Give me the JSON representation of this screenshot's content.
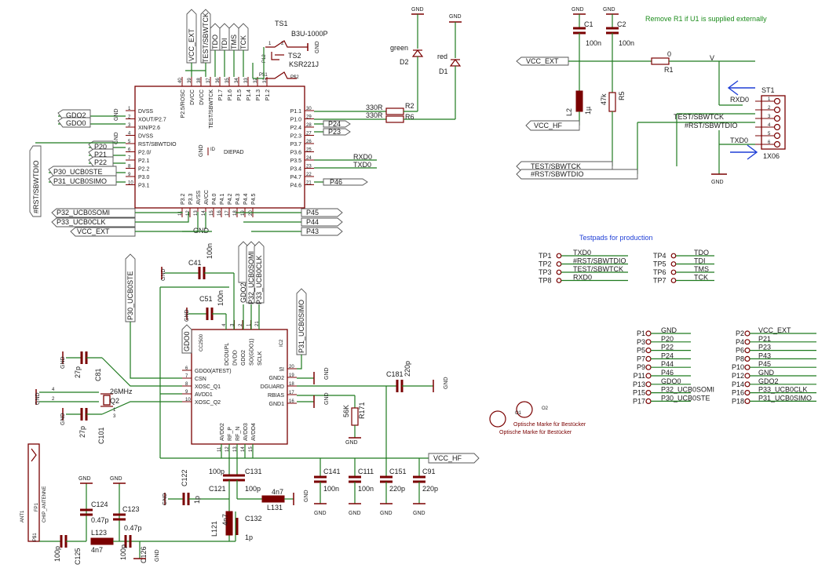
{
  "notes": {
    "remove_r1": "Remove R1 if U1 is supplied externally",
    "testpads": "Testpads for production",
    "marke1": "Optische Marke für Bestücker",
    "marke2": "Optische Marke für Bestücker"
  },
  "colors": {
    "wire": "#1f7a1f",
    "component": "#7a0000",
    "note_green": "#1c8c1c",
    "note_blue": "#1f3fd6"
  },
  "mcu": {
    "left_pins": [
      {
        "name": "DVSS",
        "num": "1"
      },
      {
        "name": "XOUT/P2.7",
        "num": "2"
      },
      {
        "name": "XIN/P2.6",
        "num": "3"
      },
      {
        "name": "DVSS",
        "num": "4"
      },
      {
        "name": "RST/SBWTDIO",
        "num": "5"
      },
      {
        "name": "P2.0/",
        "num": "6"
      },
      {
        "name": "P2.1",
        "num": "7"
      },
      {
        "name": "P2.2",
        "num": "8"
      },
      {
        "name": "P3.0",
        "num": "9"
      },
      {
        "name": "P3.1",
        "num": "10"
      }
    ],
    "right_pins": [
      {
        "name": "P1.1",
        "num": "30"
      },
      {
        "name": "P1.0",
        "num": "29"
      },
      {
        "name": "P2.4",
        "num": "28"
      },
      {
        "name": "P2.3",
        "num": "27"
      },
      {
        "name": "P3.7",
        "num": "26"
      },
      {
        "name": "P3.6",
        "num": "25"
      },
      {
        "name": "P3.5",
        "num": "24"
      },
      {
        "name": "P3.4",
        "num": "23"
      },
      {
        "name": "P4.7",
        "num": "22"
      },
      {
        "name": "P4.6",
        "num": "21"
      }
    ],
    "top_pins": [
      {
        "name": "P2.5/ROSC",
        "num": "40"
      },
      {
        "name": "DVCC",
        "num": "39"
      },
      {
        "name": "DVCC",
        "num": "38"
      },
      {
        "name": "TEST/SBWTCK",
        "num": "37"
      },
      {
        "name": "P1.7",
        "num": "36"
      },
      {
        "name": "P1.6",
        "num": "35"
      },
      {
        "name": "P1.5",
        "num": "34"
      },
      {
        "name": "P1.4",
        "num": "33"
      },
      {
        "name": "P1.3",
        "num": "32"
      },
      {
        "name": "P1.2",
        "num": "31"
      }
    ],
    "bottom_pins": [
      {
        "name": "P3.2",
        "num": "11"
      },
      {
        "name": "P3.3",
        "num": "12"
      },
      {
        "name": "AVSS",
        "num": "13"
      },
      {
        "name": "AVCC",
        "num": "14"
      },
      {
        "name": "P4.0",
        "num": "15"
      },
      {
        "name": "P4.1",
        "num": "16"
      },
      {
        "name": "P4.2",
        "num": "17"
      },
      {
        "name": "P4.3",
        "num": "18"
      },
      {
        "name": "P4.4",
        "num": "19"
      },
      {
        "name": "P4.5",
        "num": "20"
      }
    ],
    "diepad": "DIEPAD",
    "gnd_dielabel": "GND",
    "id_label": "ID"
  },
  "mcu_left_nets": [
    "GDO2",
    "GDO0",
    "P20",
    "P21",
    "P22",
    "P30_UCB0STE",
    "P31_UCB0SIMO"
  ],
  "mcu_bottom_nets": [
    "P32_UCB0SOMI",
    "P33_UCB0CLK",
    "VCC_EXT",
    "GND"
  ],
  "mcu_right_nets": [
    "P24",
    "P23",
    "RXD0",
    "TXD0",
    "P46",
    "P45",
    "P44",
    "P43"
  ],
  "mcu_top_nets": [
    "VCC_EXT",
    "TEST/SBWTCK",
    "TDO",
    "TDI",
    "TMS",
    "TCK"
  ],
  "rst_vertical": "#RST/SBWTDIO",
  "buttons": {
    "ts1": "TS1",
    "ts1_part": "B3U-1000P",
    "ts2": "TS2",
    "ts2_part": "KSR221J",
    "p12": "P12",
    "p1": "P$1",
    "p2": "P$2",
    "n1": "1",
    "n2": "2"
  },
  "leds": {
    "d2": "D2",
    "d2_color": "green",
    "d1": "D1",
    "d1_color": "red",
    "gnd1": "GND",
    "gnd2": "GND",
    "r2": "R2",
    "r2v": "330R",
    "r6": "R6",
    "r6v": "330R"
  },
  "power": {
    "gnd_c1": "GND",
    "gnd_c2": "GND",
    "c1": "C1",
    "c1v": "100n",
    "c2": "C2",
    "c2v": "100n",
    "vcc_ext": "VCC_EXT",
    "r1v": "0",
    "r1": "R1",
    "v": "V",
    "l2": "L2",
    "l2v": "1µ",
    "r5": "R5",
    "r5v": "47k",
    "vcc_hf": "VCC_HF"
  },
  "st1": {
    "name": "ST1",
    "part": "1X06",
    "pins": [
      "1",
      "2",
      "3",
      "4",
      "5",
      "6"
    ],
    "nets": [
      "RXD0",
      "TEST/SBWTCK",
      "#RST/SBWTDIO",
      "TXD0"
    ],
    "gnd": "GND",
    "flags": [
      "TEST/SBWTCK",
      "#RST/SBWTDIO"
    ]
  },
  "testpads_left": [
    {
      "tp": "TP1",
      "net": "TXD0"
    },
    {
      "tp": "TP2",
      "net": "#RST/SBWTDIO"
    },
    {
      "tp": "TP3",
      "net": "TEST/SBWTCK"
    },
    {
      "tp": "TP8",
      "net": "RXD0"
    }
  ],
  "testpads_right": [
    {
      "tp": "TP4",
      "net": "TDO"
    },
    {
      "tp": "TP5",
      "net": "TDI"
    },
    {
      "tp": "TP6",
      "net": "TMS"
    },
    {
      "tp": "TP7",
      "net": "TCK"
    }
  ],
  "connectors_left": [
    {
      "p": "P1",
      "net": "GND"
    },
    {
      "p": "P3",
      "net": "P20"
    },
    {
      "p": "P5",
      "net": "P22"
    },
    {
      "p": "P7",
      "net": "P24"
    },
    {
      "p": "P9",
      "net": "P44"
    },
    {
      "p": "P11",
      "net": "P46"
    },
    {
      "p": "P13",
      "net": "GDO0"
    },
    {
      "p": "P15",
      "net": "P32_UCB0SOMI"
    },
    {
      "p": "P17",
      "net": "P30_UCB0STE"
    }
  ],
  "connectors_right": [
    {
      "p": "P2",
      "net": "VCC_EXT"
    },
    {
      "p": "P4",
      "net": "P21"
    },
    {
      "p": "P6",
      "net": "P23"
    },
    {
      "p": "P8",
      "net": "P43"
    },
    {
      "p": "P10",
      "net": "P45"
    },
    {
      "p": "P12",
      "net": "GND"
    },
    {
      "p": "P14",
      "net": "GDO2"
    },
    {
      "p": "P16",
      "net": "P33_UCB0CLK"
    },
    {
      "p": "P18",
      "net": "P31_UCB0SIMO"
    }
  ],
  "fiducials": {
    "o1": "O1",
    "o2": "O2"
  },
  "radio": {
    "chip": "CC2500",
    "ic": "IC2",
    "left_pins": [
      {
        "name": "GDO0(ATEST)",
        "num": "6"
      },
      {
        "name": "CSN",
        "num": "7"
      },
      {
        "name": "XOSC_Q1",
        "num": "8"
      },
      {
        "name": "AVDD1",
        "num": "9"
      },
      {
        "name": "XOSC_Q2",
        "num": "10"
      }
    ],
    "right_pins": [
      {
        "name": "SI",
        "num": "20"
      },
      {
        "name": "GND2",
        "num": "19"
      },
      {
        "name": "DGUARD",
        "num": "18"
      },
      {
        "name": "RBIAS",
        "num": "17"
      },
      {
        "name": "GND1",
        "num": "16"
      }
    ],
    "top_pins": [
      {
        "name": "DCOUPL",
        "num": "4"
      },
      {
        "name": "DVDD",
        "num": "3"
      },
      {
        "name": "GDO2",
        "num": "2"
      },
      {
        "name": "SO(GDO1)",
        "num": "1"
      },
      {
        "name": "SCLK",
        "num": "21"
      }
    ],
    "bottom_pins": [
      {
        "name": "AVDD2",
        "num": "11"
      },
      {
        "name": "RF_P",
        "num": "12"
      },
      {
        "name": "RF_N",
        "num": "13"
      },
      {
        "name": "AVDD3",
        "num": "14"
      },
      {
        "name": "AVDD4",
        "num": "15"
      }
    ],
    "top_nets": [
      "GDO2",
      "P32_UCB0SOMI",
      "P33_UCB0CLK"
    ],
    "left_net": "P30_UCB0STE",
    "right_net": "P31_UCB0SIMO",
    "gdo0_flag": "GDO0"
  },
  "radio_parts": {
    "c41": "C41",
    "c41v": "100n",
    "c51": "C51",
    "c51v": "100n",
    "c81": "C81",
    "c81v": "27p",
    "c101": "C101",
    "c101v": "27p",
    "q2": "Q2",
    "q2v": "26MHz",
    "q2_p4": "4",
    "q2_p2": "2",
    "q2_p1": "1",
    "q2_p3": "3",
    "c181": "C181",
    "c181v": "220p",
    "r171": "R171",
    "r171v": "56K",
    "vcc_hf": "VCC_HF",
    "c141": "C141",
    "c141v": "100n",
    "c111": "C111",
    "c111v": "100n",
    "c151": "C151",
    "c151v": "220p",
    "c91": "C91",
    "c91v": "220p",
    "c121": "C121",
    "c121v": "100p",
    "c131": "C131",
    "c131v": "100p",
    "c122": "C122",
    "c122v": "1p",
    "l131": "L131",
    "l131v": "4n7",
    "l121": "L121",
    "l121v": "4n7",
    "c132": "C132",
    "c132v": "1p",
    "ant": "ANT1",
    "ant_part": "CHIP_ANTENNE",
    "fp": "FP1",
    "p1": "P$1",
    "c124": "C124",
    "c124v": "0.47p",
    "c123": "C123",
    "c123v": "0.47p",
    "l123": "L123",
    "l123v": "4n7",
    "c125": "C125",
    "c125v": "100p",
    "c126": "C126",
    "c126v": "100p",
    "gnd": "GND"
  }
}
